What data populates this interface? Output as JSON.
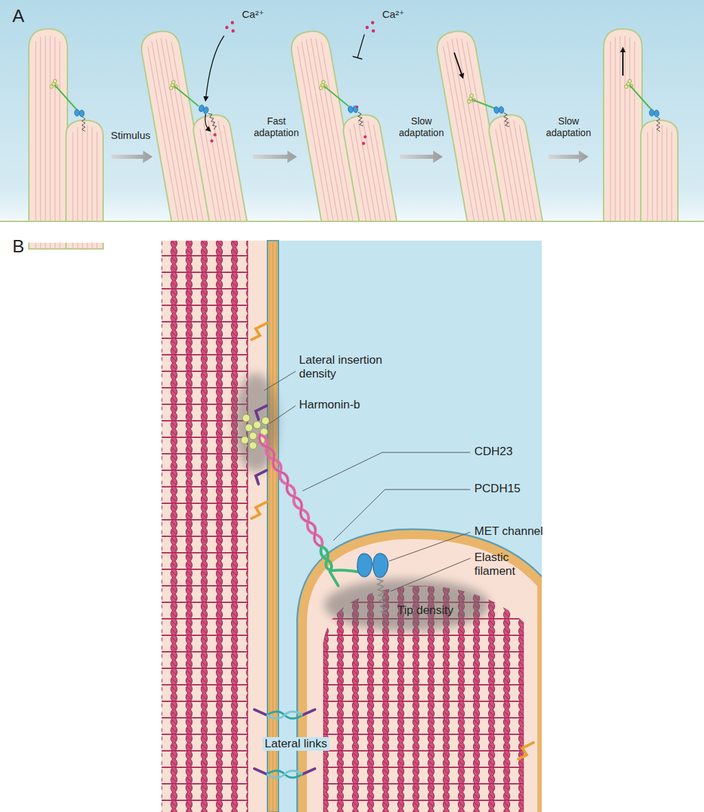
{
  "diagram": {
    "labels": [
      "A",
      "Ca²⁺",
      "Ca²⁺",
      "Stimulus",
      "Fast adaptation",
      "Slow adaptation",
      "Slow adaptation",
      "B",
      "Lateral insertion density",
      "Harmonin-b",
      "CDH23",
      "PCDH15",
      "MET channel",
      "Elastic filament",
      "Tip density",
      "Lateral links"
    ]
  }
}
